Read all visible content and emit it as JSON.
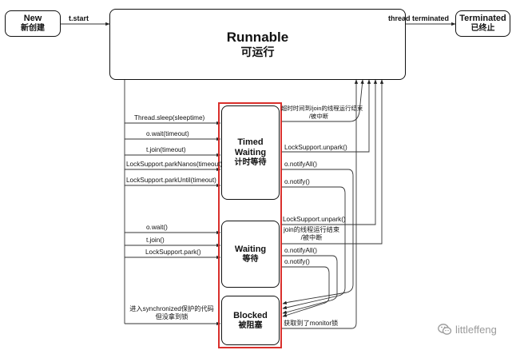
{
  "states": {
    "new": {
      "en": "New",
      "zh": "新创建"
    },
    "runnable": {
      "en": "Runnable",
      "zh": "可运行"
    },
    "terminated": {
      "en": "Terminated",
      "zh": "已终止"
    },
    "timed_waiting": {
      "en": "Timed Waiting",
      "zh": "计时等待"
    },
    "waiting": {
      "en": "Waiting",
      "zh": "等待"
    },
    "blocked": {
      "en": "Blocked",
      "zh": "被阻塞"
    }
  },
  "top_transitions": {
    "start": "t.start",
    "terminated": "thread terminated"
  },
  "to_timed_waiting": [
    "Thread.sleep(sleeptime)",
    "o.wait(timeout)",
    "t.join(timeout)",
    "LockSupport.parkNanos(timeout)",
    "LockSupport.parkUntil(timeout)"
  ],
  "to_waiting": [
    "o.wait()",
    "t.join()",
    "LockSupport.park()"
  ],
  "to_blocked": {
    "line1": "进入synchronized保护的代码",
    "line2": "但没拿到锁"
  },
  "from_timed_waiting": {
    "timeout_line1": "超时时间到/join的线程运行结束",
    "timeout_line2": "/被中断",
    "unpark": "LockSupport.unpark()",
    "notify_all": "o.notifyAll()",
    "notify": "o.notify()"
  },
  "from_waiting": {
    "unpark": "LockSupport.unpark()",
    "join_line1": "join的线程运行结束",
    "join_line2": "/被中断",
    "notify_all": "o.notifyAll()",
    "notify": "o.notify()"
  },
  "from_blocked": {
    "monitor": "获取到了monitor锁"
  },
  "watermark": "littleffeng"
}
